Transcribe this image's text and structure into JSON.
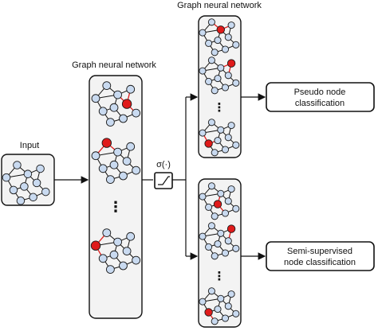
{
  "labels": {
    "input": "Input",
    "gnn_middle": "Graph neural network",
    "gnn_top": "Graph neural network",
    "activation": "σ(·)",
    "ellipsis_middle": "⋮",
    "ellipsis_top": "⋮",
    "ellipsis_bottom": "⋮"
  },
  "outputs": {
    "pseudo_line1": "Pseudo node",
    "pseudo_line2": "classification",
    "semi_line1": "Semi-supervised",
    "semi_line2": "node classification"
  },
  "colors": {
    "node_fill": "#c9daf0",
    "highlight_fill": "#e01b1b",
    "edge_highlight": "#e01b1b",
    "panel_fill": "#f3f3f3"
  }
}
